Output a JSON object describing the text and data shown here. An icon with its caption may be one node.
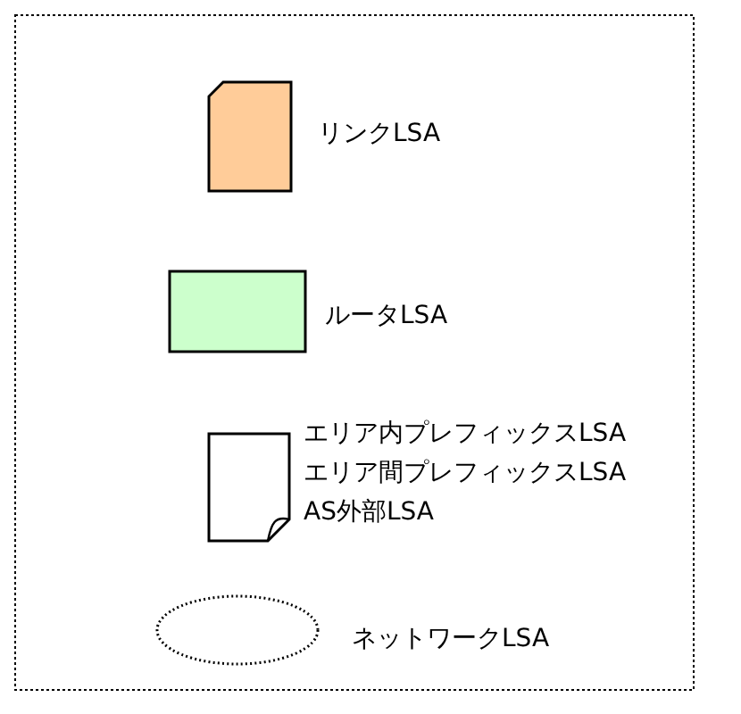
{
  "diagram": {
    "legend": [
      {
        "text": "リンクLSA",
        "color": "#ffcc99"
      },
      {
        "text": "ルータLSA",
        "color": "#ccffcc"
      },
      {
        "text": "エリア内プレフィックスLSA"
      },
      {
        "text": "エリア間プレフィックスLSA"
      },
      {
        "text": "AS外部LSA"
      },
      {
        "text": "ネットワークLSA"
      }
    ]
  }
}
